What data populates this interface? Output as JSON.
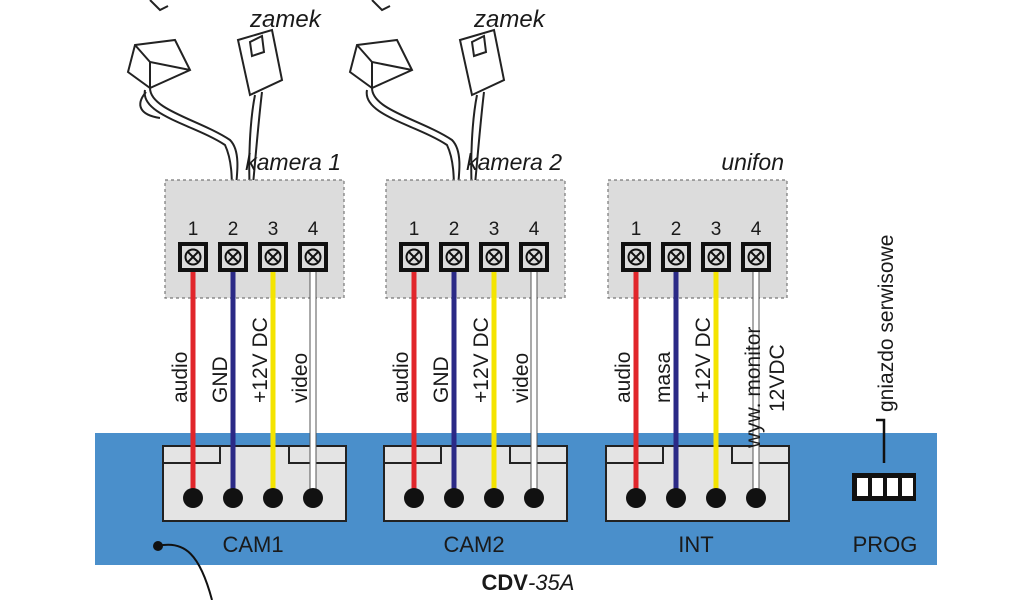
{
  "device": {
    "model_bold": "CDV",
    "model_suffix": "-35A"
  },
  "zamek_labels": [
    "zamek",
    "zamek"
  ],
  "colors": {
    "board": "#4a8fcb",
    "audio": "#e1262b",
    "gnd": "#2b2a86",
    "power": "#f4e400",
    "video": "#ffffff",
    "terminal_bg": "#dcdcdc",
    "connector_bg": "#e4e4e4"
  },
  "modules": [
    {
      "title": "kamera 1",
      "pins": [
        "1",
        "2",
        "3",
        "4"
      ],
      "wires": [
        "audio",
        "GND",
        "+12V DC",
        "video"
      ],
      "connector": "CAM1"
    },
    {
      "title": "kamera 2",
      "pins": [
        "1",
        "2",
        "3",
        "4"
      ],
      "wires": [
        "audio",
        "GND",
        "+12V DC",
        "video"
      ],
      "connector": "CAM2"
    },
    {
      "title": "unifon",
      "pins": [
        "1",
        "2",
        "3",
        "4"
      ],
      "wires": [
        "audio",
        "masa",
        "+12V DC",
        "wyw. monitor",
        "12VDC"
      ],
      "connector": "INT"
    }
  ],
  "prog": {
    "label": "PROG",
    "service_socket": "gniazdo serwisowe"
  }
}
